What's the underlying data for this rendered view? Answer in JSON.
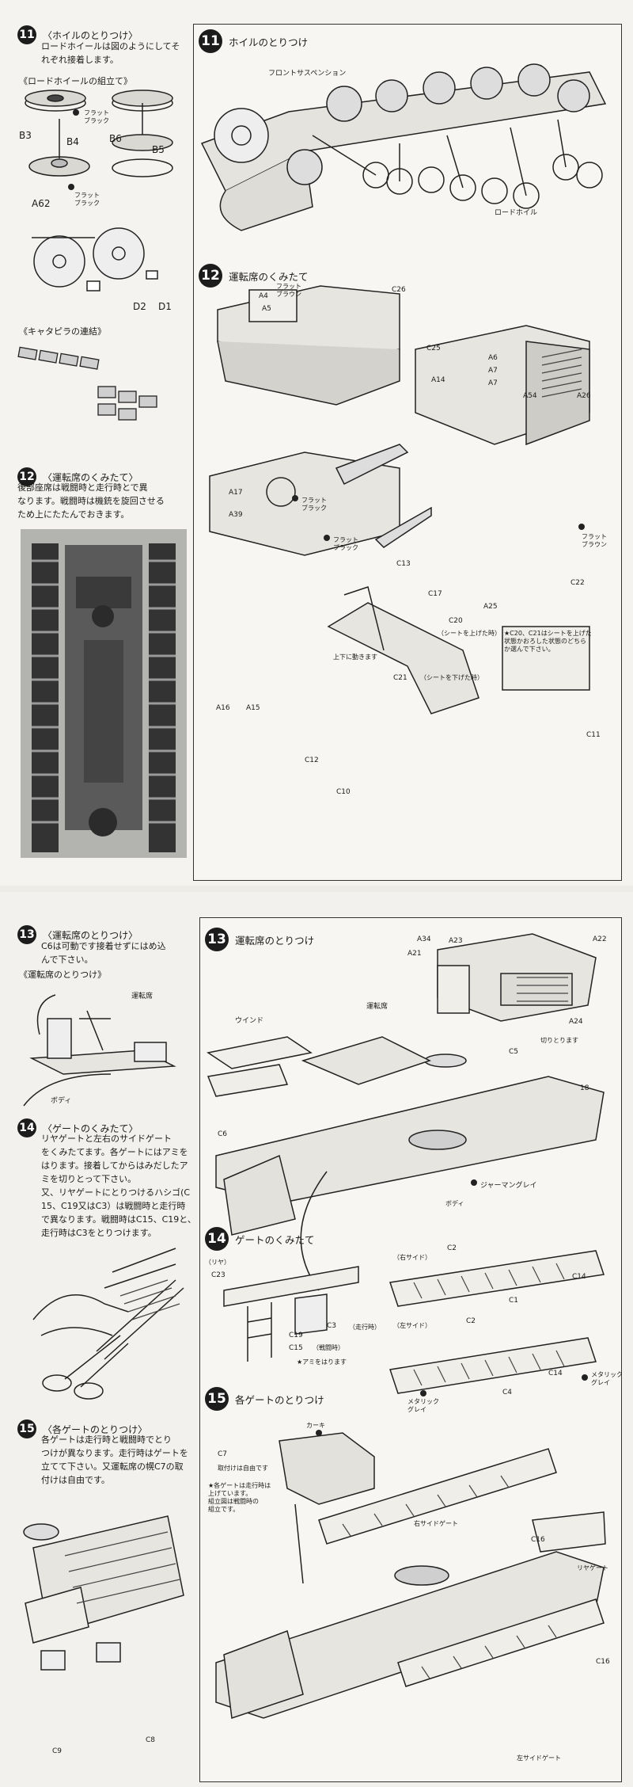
{
  "top": {
    "left": {
      "step11": {
        "num": "11",
        "title": "〈ホイルのとりつけ〉",
        "text": [
          "ロードホイールは図のようにしてそ",
          "れぞれ接着します。"
        ]
      },
      "wheel_assembly": {
        "title": "《ロードホイールの組立て》",
        "parts": [
          "B3",
          "B4",
          "B6",
          "B5",
          "A62",
          "D2",
          "D1"
        ],
        "flat_black_1": [
          "フラット",
          "ブラック"
        ],
        "flat_black_2": [
          "フラット",
          "ブラック"
        ]
      },
      "track": {
        "title": "《キャタピラの連結》"
      },
      "step12": {
        "num": "12",
        "title": "〈運転席のくみたて〉",
        "text": [
          "後部座席は戦闘時と走行時とで異",
          "なります。戦闘時は機銃を旋回させる",
          "ため上にたたんでおきます。"
        ]
      }
    },
    "right": {
      "step11": {
        "num": "11",
        "title": "ホイルのとりつけ",
        "front_suspension": "フロントサスペンション",
        "road_wheel": "ロードホイル"
      },
      "step12": {
        "num": "12",
        "title": "運転席のくみたて",
        "parts": [
          "A4",
          "A5",
          "C26",
          "C25",
          "A14",
          "A6",
          "A7",
          "A7",
          "A54",
          "A26",
          "A17",
          "A39",
          "C13",
          "C17",
          "C20",
          "C21",
          "A16",
          "A15",
          "A25",
          "C22",
          "C12",
          "C11",
          "C10"
        ],
        "flat_brown_1": [
          "フラット",
          "ブラウン"
        ],
        "flat_black_1": [
          "フラット",
          "ブラック"
        ],
        "flat_black_2": [
          "フラット",
          "ブラック"
        ],
        "flat_brown_2": [
          "フラット",
          "ブラウン"
        ],
        "c20_note": "（シートを上げた時）",
        "c21_note": "（シートを下げた時）",
        "move_up": "上下に動きます",
        "star_note": [
          "★C20、C21はシートを上げた",
          "状態かおろした状態のどちら",
          "か選んで下さい。"
        ]
      }
    }
  },
  "bottom": {
    "left": {
      "step13": {
        "num": "13",
        "title": "〈運転席のとりつけ〉",
        "text": [
          "C6は可動です接着せずにはめ込",
          "んで下さい。"
        ]
      },
      "cab_detail": {
        "title": "《運転席のとりつけ》",
        "seat": "運転席",
        "body": "ボディ"
      },
      "step14": {
        "num": "14",
        "title": "〈ゲートのくみたて〉",
        "text": [
          "リヤゲートと左右のサイドゲート",
          "をくみたてます。各ゲートにはアミを",
          "はります。接着してからはみだしたア",
          "ミを切りとって下さい。",
          "又、リヤゲートにとりつけるハシゴ(C",
          "15、C19又はC3）は戦闘時と走行時",
          "で異なります。戦闘時はC15、C19と、",
          "走行時はC3をとりつけます。"
        ]
      },
      "step15": {
        "num": "15",
        "title": "〈各ゲートのとりつけ〉",
        "text": [
          "各ゲートは走行時と戦闘時でとり",
          "つけが異なります。走行時はゲートを",
          "立てて下さい。又運転席の幌C7の取",
          "付けは自由です。"
        ]
      },
      "parts": [
        "C9",
        "C8"
      ]
    },
    "right": {
      "step13": {
        "num": "13",
        "title": "運転席のとりつけ",
        "parts": [
          "A34",
          "A21",
          "A23",
          "A22",
          "A24",
          "C5",
          "C6",
          "18"
        ],
        "seat": "運転席",
        "window": "ウインド",
        "cut": "切りとります",
        "german_grey": "ジャーマングレイ",
        "body": "ボディ"
      },
      "step14": {
        "num": "14",
        "title": "ゲートのくみたて",
        "rear": "（リヤ）",
        "right_side": "（右サイド）",
        "left_side": "（左サイド）",
        "parts": [
          "C23",
          "C2",
          "C14",
          "C1",
          "C19",
          "C15",
          "C3",
          "C2",
          "C14",
          "C4"
        ],
        "battle": "（戦闘時）",
        "travel": "（走行時）",
        "net": "★アミをはります",
        "metallic_grey_1": [
          "メタリック",
          "グレイ"
        ],
        "metallic_grey_2": [
          "メタリック",
          "グレイ"
        ]
      },
      "step15": {
        "num": "15",
        "title": "各ゲートのとりつけ",
        "khaki": "カーキ",
        "c7": "C7",
        "c7_note": "取付けは自由です",
        "note": [
          "★各ゲートは走行時は",
          "上げています。",
          "組立図は戦闘時の",
          "組立です。"
        ],
        "right_gate": "右サイドゲート",
        "rear_gate": "リヤゲート",
        "left_gate": "左サイドゲート",
        "parts": [
          "C16",
          "C16"
        ]
      }
    }
  }
}
